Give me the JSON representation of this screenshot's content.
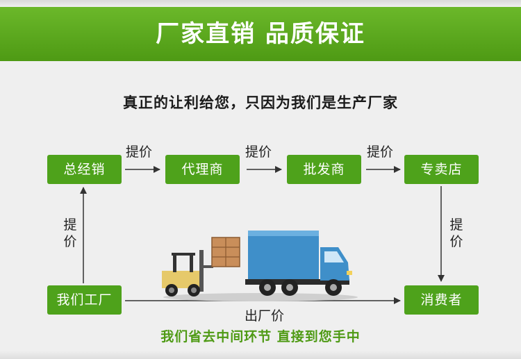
{
  "banner": {
    "title": "厂家直销 品质保证"
  },
  "subtitle": "真正的让利给您，只因为我们是生产厂家",
  "nodes": {
    "distributor": "总经销",
    "agent": "代理商",
    "wholesaler": "批发商",
    "store": "专卖店",
    "factory": "我们工厂",
    "consumer": "消费者"
  },
  "arrow_labels": {
    "raise_1": "提价",
    "raise_2": "提价",
    "raise_3": "提价",
    "raise_left": "提价",
    "raise_right": "提价",
    "factory_price": "出厂价"
  },
  "footer": "我们省去中间环节 直接到您手中",
  "colors": {
    "green": "#4ea21b",
    "banner": "#5aa81e",
    "text": "#222222"
  }
}
